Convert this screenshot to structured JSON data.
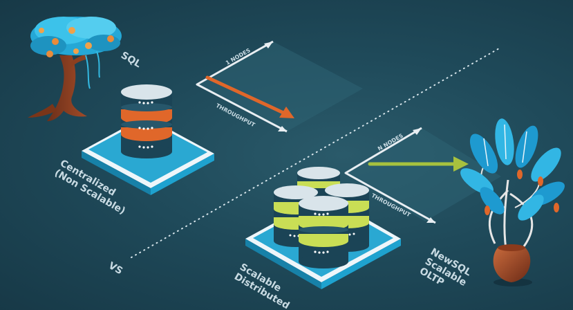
{
  "top": {
    "engine_label": "SQL",
    "axis_nodes": "1 NODES",
    "axis_throughput": "THROUGHPUT",
    "caption_line1": "Centralized",
    "caption_line2": "(Non Scalable)"
  },
  "divider_label": "VS",
  "bottom": {
    "axis_nodes": "N NODES",
    "axis_throughput": "THROUGHPUT",
    "caption_line1": "Scalable",
    "caption_line2": "Distributed",
    "engine_line1": "NewSQL",
    "engine_line2": "Scalable",
    "engine_line3": "OLTP"
  },
  "colors": {
    "background": "#1f4a5a",
    "platform": "#1ea2cf",
    "platform_top": "#eef6fa",
    "server_body": "#1b4456",
    "ring_sql": "#e0672a",
    "ring_newsql": "#c9de55",
    "arrow_sql": "#e0672a",
    "arrow_newsql": "#a7c13e",
    "axes": "#e8eef2"
  }
}
